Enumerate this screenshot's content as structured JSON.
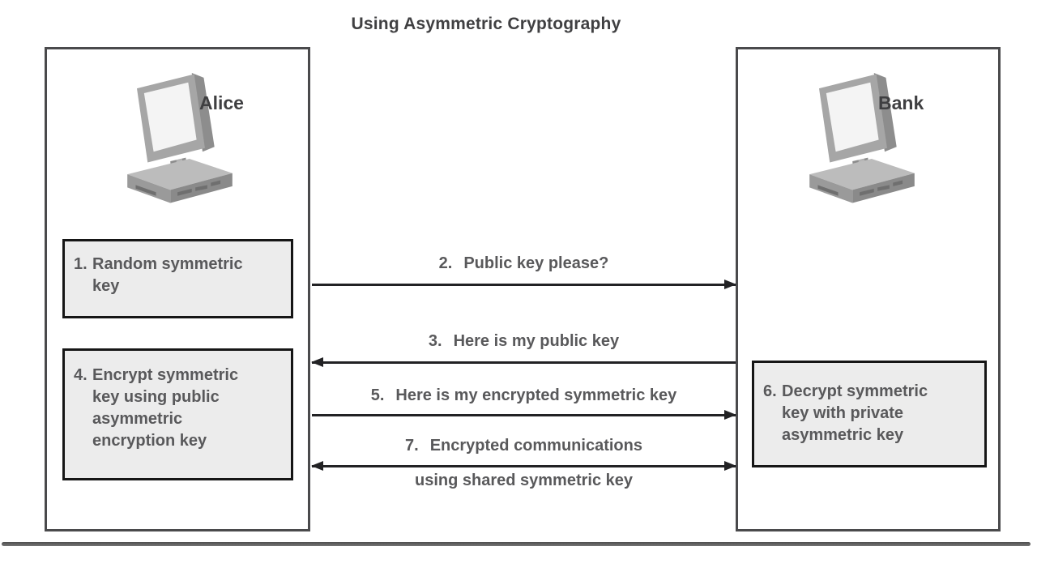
{
  "title": "Using Asymmetric Cryptography",
  "actors": {
    "left": {
      "label": "Alice",
      "icon": "computer-icon"
    },
    "right": {
      "label": "Bank",
      "icon": "computer-icon"
    }
  },
  "boxes": [
    {
      "num": "1.",
      "text": "Random symmetric key",
      "owner": "Alice"
    },
    {
      "num": "4.",
      "text": "Encrypt symmetric key using public asymmetric encryption key",
      "owner": "Alice"
    },
    {
      "num": "6.",
      "text": "Decrypt symmetric key with private asymmetric key",
      "owner": "Bank"
    }
  ],
  "messages": [
    {
      "num": "2.",
      "text": "Public key please?",
      "direction": "right"
    },
    {
      "num": "3.",
      "text": "Here is my public key",
      "direction": "left"
    },
    {
      "num": "5.",
      "text": "Here is my encrypted symmetric key",
      "direction": "right"
    },
    {
      "num": "7.",
      "text": "Encrypted communications",
      "text2": "using shared symmetric key",
      "direction": "both"
    }
  ],
  "colors": {
    "arrow": "#222224",
    "actor_box_border": "#4a4a4c",
    "step_box_border": "#161616",
    "step_box_fill": "#ececec",
    "text": "#59595b",
    "title_text": "#404042",
    "bottom_rule": "#4e4e4e"
  }
}
